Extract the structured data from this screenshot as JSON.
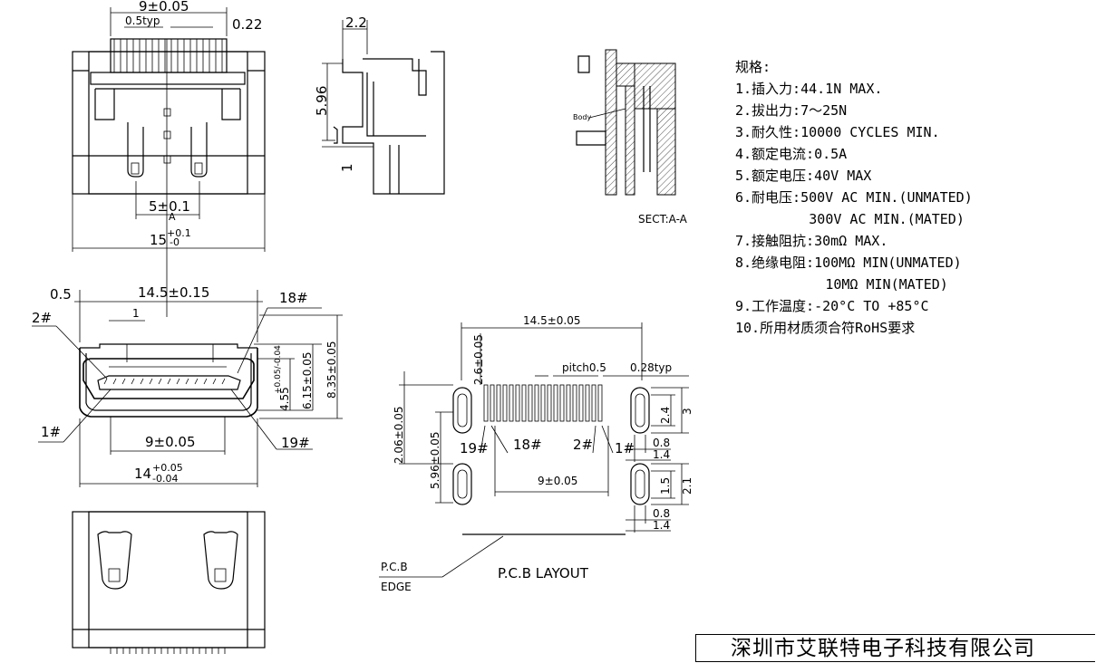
{
  "specs": {
    "heading": "规格:",
    "items": [
      "1.插入力:44.1N MAX.",
      "2.拔出力:7～25N",
      "3.耐久性:10000 CYCLES MIN.",
      "4.额定电流:0.5A",
      "5.额定电压:40V MAX",
      "6.耐电压:500V AC MIN.(UNMATED)",
      "         300V AC MIN.(MATED)",
      "7.接触阻抗:30mΩ MAX.",
      "8.绝缘电阻:100MΩ MIN(UNMATED)",
      "           10MΩ MIN(MATED)",
      "9.工作温度:-20°C TO +85°C",
      "10.所用材质须合符RoHS要求"
    ]
  },
  "company": "深圳市艾联特电子科技有限公司",
  "top_view": {
    "dim_9": "9±0.05",
    "pitch_typ": "0.5typ",
    "dim_022": "0.22",
    "dim_5": "5±0.1",
    "marker_a": "A",
    "dim_15": "15",
    "dim_15_tol": "+0.1",
    "dim_15_tol2": "-0"
  },
  "side_view": {
    "dim_22": "2.2",
    "dim_596": "5.96",
    "dim_1": "1"
  },
  "section_view": {
    "body_label": "Body",
    "title": "SECT:A-A"
  },
  "front_view": {
    "dim_05": "0.5",
    "dim_145": "14.5±0.15",
    "pin18": "18#",
    "pin2": "2#",
    "dim_1": "1",
    "pin1": "1#",
    "pin19": "19#",
    "dim_9": "9±0.05",
    "dim_14": "14",
    "dim_14_tol_up": "+0.05",
    "dim_14_tol_dn": "-0.04",
    "dim_455": "4.55",
    "dim_455_tol": "+0.05/-0.04",
    "dim_615": "6.15±0.05",
    "dim_835": "8.35±0.05"
  },
  "pcb_layout": {
    "dim_145": "14.5±0.05",
    "dim_26": "2.6±0.05",
    "pitch": "pitch0.5",
    "typ028": "0.28typ",
    "dim_24": "2.4",
    "dim_3": "3",
    "dim_206": "2.06±0.05",
    "dim_596": "5.96±0.05",
    "pin19": "19#",
    "pin18": "18#",
    "pin2": "2#",
    "pin1": "1#",
    "dim_08a": "0.8",
    "dim_14a": "1.4",
    "dim_9": "9±0.05",
    "dim_15": "1.5",
    "dim_21": "2.1",
    "dim_08b": "0.8",
    "dim_14b": "1.4",
    "pcb_label": "P.C.B",
    "edge_label": "EDGE",
    "title": "P.C.B  LAYOUT"
  }
}
